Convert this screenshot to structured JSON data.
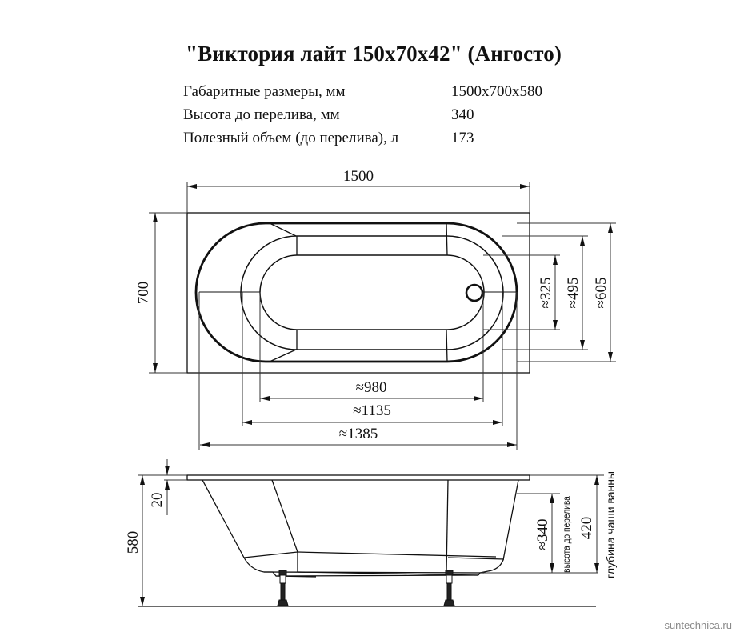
{
  "title": "\"Виктория лайт 150x70x42\" (Ангосто)",
  "specs": [
    {
      "label": "Габаритные размеры, мм",
      "value": "1500x700x580"
    },
    {
      "label": "Высота до перелива, мм",
      "value": "340"
    },
    {
      "label": "Полезный объем (до перелива), л",
      "value": "173"
    }
  ],
  "top_view": {
    "length": "1500",
    "width": "700",
    "inner_widths": [
      "≈325",
      "≈495",
      "≈605"
    ],
    "inner_lengths": [
      "≈980",
      "≈1135",
      "≈1385"
    ]
  },
  "side_view": {
    "total_height": "580",
    "rim_thickness": "20",
    "overflow_height": "≈340",
    "overflow_label": "высота до перелива",
    "bowl_depth": "420",
    "bowl_depth_label": "глубина чаши ванны"
  },
  "watermark": "suntechnica.ru",
  "colors": {
    "line": "#111111",
    "dim_line": "#333333",
    "watermark": "#8a8a8a"
  }
}
